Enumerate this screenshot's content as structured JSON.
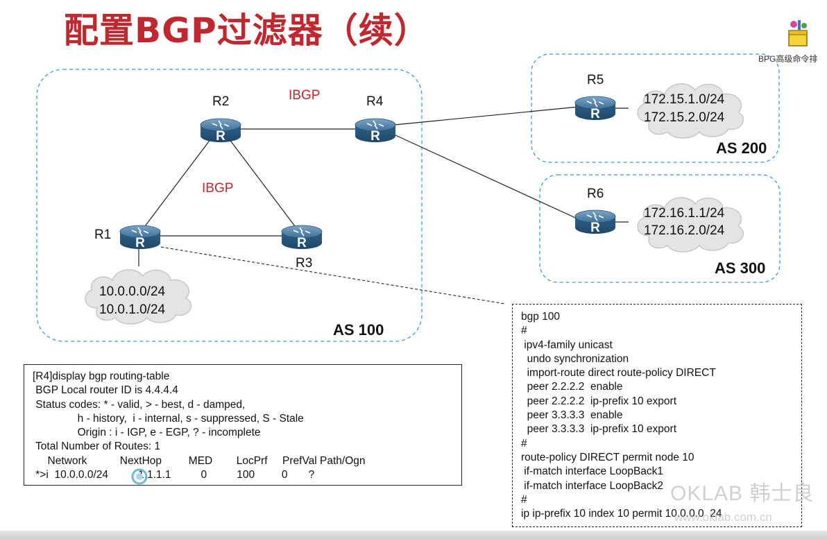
{
  "title": "配置BGP过滤器（续）",
  "toolbar": {
    "icon": "toolbox-icon",
    "label": "BPG高级命令排"
  },
  "colors": {
    "title": "#c0282f",
    "as_border": "#3a9ad9",
    "ibgp_label": "#c0282f",
    "router_body": "#2e5f86",
    "cloud": "#e6e6e6"
  },
  "diagram": {
    "routers": {
      "r1": "R1",
      "r2": "R2",
      "r3": "R3",
      "r4": "R4",
      "r5": "R5",
      "r6": "R6",
      "router_glyph": "R"
    },
    "links": {
      "ibgp_top": "IBGP",
      "ibgp_middle": "IBGP"
    },
    "as_areas": {
      "as100": "AS 100",
      "as200": "AS 200",
      "as300": "AS 300"
    },
    "clouds": {
      "r1": [
        "10.0.0.0/24",
        "10.0.1.0/24"
      ],
      "r5": [
        "172.15.1.0/24",
        "172.15.2.0/24"
      ],
      "r6": [
        "172.16.1.1/24",
        "172.16.2.0/24"
      ]
    }
  },
  "routing_table_box": {
    "lines": [
      "[R4]display bgp routing-table",
      " BGP Local router ID is 4.4.4.4",
      " Status codes: * - valid, > - best, d - damped,",
      "               h - history,  i - internal, s - suppressed, S - Stale",
      "               Origin : i - IGP, e - EGP, ? - incomplete",
      " Total Number of Routes: 1",
      "     Network           NextHop         MED        LocPrf     PrefVal Path/Ogn",
      " *>i  10.0.0.0/24          1.1.1.1          0          100         0       ?"
    ]
  },
  "config_box": {
    "lines": [
      "bgp 100",
      "#",
      " ipv4-family unicast",
      "  undo synchronization",
      "  import-route direct route-policy DIRECT",
      "  peer 2.2.2.2  enable",
      "  peer 2.2.2.2  ip-prefix 10 export",
      "  peer 3.3.3.3  enable",
      "  peer 3.3.3.3  ip-prefix 10 export",
      "#",
      "route-policy DIRECT permit node 10",
      " if-match interface LoopBack1",
      " if-match interface LoopBack2",
      "#",
      "ip ip-prefix 10 index 10 permit 10.0.0.0  24"
    ]
  },
  "watermark": {
    "brand": "OKLAB 韩士良",
    "url": "www.oklab.com.cn"
  }
}
